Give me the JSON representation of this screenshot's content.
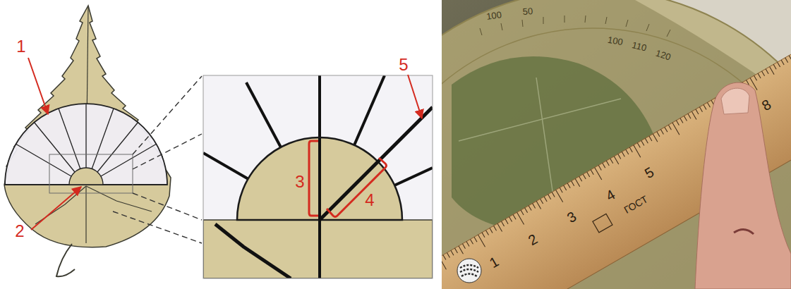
{
  "diagram": {
    "labels": [
      "1",
      "2",
      "3",
      "4",
      "5",
      "1",
      "2",
      "3",
      "4",
      "5",
      "8",
      "ГОСТ",
      "100",
      "50",
      "100",
      "110",
      "120"
    ]
  }
}
